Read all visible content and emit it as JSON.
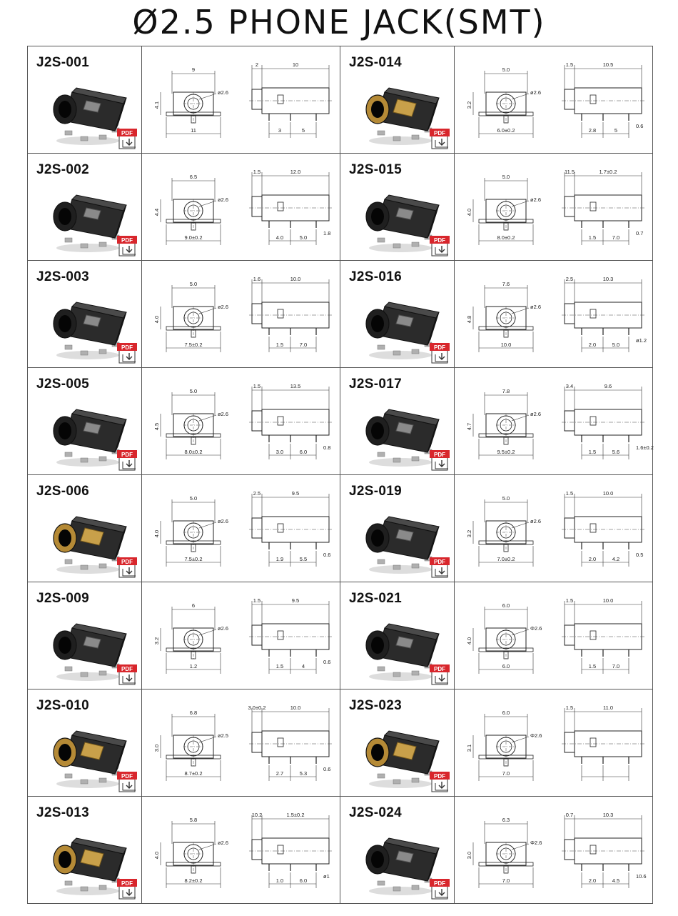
{
  "title": "Ø2.5 PHONE  JACK(SMT)",
  "pdf_badge": "PDF",
  "colors": {
    "border": "#555555",
    "pdf_red": "#d8262c",
    "ink": "#222222"
  },
  "items": [
    {
      "code": "J2S-001",
      "color": "black",
      "dims": {
        "w": "9",
        "h": "4.1",
        "bw": "11",
        "d": "ø2.6",
        "t1": "2",
        "t2": "10",
        "b1": "3",
        "b2": "5",
        "b3": ""
      }
    },
    {
      "code": "J2S-014",
      "color": "gold",
      "dims": {
        "w": "5.0",
        "h": "3.2",
        "bw": "6.0±0.2",
        "d": "ø2.6",
        "t1": "1.5",
        "t2": "10.5",
        "b1": "2.8",
        "b2": "5",
        "b3": "0.6"
      }
    },
    {
      "code": "J2S-002",
      "color": "black",
      "dims": {
        "w": "6.5",
        "h": "4.4",
        "bw": "9.0±0.2",
        "d": "ø2.6",
        "t1": "1.5",
        "t2": "12.0",
        "b1": "4.0",
        "b2": "5.0",
        "b3": "1.8"
      }
    },
    {
      "code": "J2S-015",
      "color": "black",
      "dims": {
        "w": "5.0",
        "h": "4.0",
        "bw": "8.0±0.2",
        "d": "ø2.6",
        "t1": "11.5",
        "t2": "1.7±0.2",
        "b1": "1.5",
        "b2": "7.0",
        "b3": "0.7"
      }
    },
    {
      "code": "J2S-003",
      "color": "black",
      "dims": {
        "w": "5.0",
        "h": "4.0",
        "bw": "7.5±0.2",
        "d": "ø2.6",
        "t1": "1.6",
        "t2": "10.0",
        "b1": "1.5",
        "b2": "7.0",
        "b3": ""
      }
    },
    {
      "code": "J2S-016",
      "color": "black",
      "dims": {
        "w": "7.6",
        "h": "4.8",
        "bw": "10.0",
        "d": "ø2.6",
        "t1": "2.5",
        "t2": "10.3",
        "b1": "2.0",
        "b2": "5.0",
        "b3": "ø1.2"
      }
    },
    {
      "code": "J2S-005",
      "color": "black",
      "dims": {
        "w": "5.0",
        "h": "4.5",
        "bw": "8.0±0.2",
        "d": "ø2.6",
        "t1": "1.5",
        "t2": "13.5",
        "b1": "3.0",
        "b2": "6.0",
        "b3": "0.8"
      }
    },
    {
      "code": "J2S-017",
      "color": "black",
      "dims": {
        "w": "7.8",
        "h": "4.7",
        "bw": "9.5±0.2",
        "d": "ø2.6",
        "t1": "3.4",
        "t2": "9.6",
        "b1": "1.5",
        "b2": "5.6",
        "b3": "1.6±0.2"
      }
    },
    {
      "code": "J2S-006",
      "color": "gold",
      "dims": {
        "w": "5.0",
        "h": "4.0",
        "bw": "7.5±0.2",
        "d": "ø2.6",
        "t1": "2.5",
        "t2": "9.5",
        "b1": "1.9",
        "b2": "5.5",
        "b3": "0.6"
      }
    },
    {
      "code": "J2S-019",
      "color": "black",
      "dims": {
        "w": "5.0",
        "h": "3.2",
        "bw": "7.0±0.2",
        "d": "ø2.6",
        "t1": "1.5",
        "t2": "10.0",
        "b1": "2.0",
        "b2": "4.2",
        "b3": "0.5"
      }
    },
    {
      "code": "J2S-009",
      "color": "black",
      "dims": {
        "w": "6",
        "h": "3.2",
        "bw": "1.2",
        "d": "ø2.6",
        "t1": "1.5",
        "t2": "9.5",
        "b1": "1.5",
        "b2": "4",
        "b3": "0.6"
      }
    },
    {
      "code": "J2S-021",
      "color": "black",
      "dims": {
        "w": "6.0",
        "h": "4.0",
        "bw": "6.0",
        "d": "Φ2.6",
        "t1": "1.5",
        "t2": "10.0",
        "b1": "1.5",
        "b2": "7.0",
        "b3": ""
      }
    },
    {
      "code": "J2S-010",
      "color": "gold",
      "dims": {
        "w": "6.8",
        "h": "3.0",
        "bw": "8.7±0.2",
        "d": "ø2.5",
        "t1": "3.0±0.2",
        "t2": "10.0",
        "b1": "2.7",
        "b2": "5.3",
        "b3": "0.6"
      }
    },
    {
      "code": "J2S-023",
      "color": "gold",
      "dims": {
        "w": "6.0",
        "h": "3.1",
        "bw": "7.0",
        "d": "Φ2.6",
        "t1": "1.5",
        "t2": "11.0",
        "b1": "",
        "b2": "",
        "b3": ""
      }
    },
    {
      "code": "J2S-013",
      "color": "gold",
      "dims": {
        "w": "5.8",
        "h": "4.0",
        "bw": "8.2±0.2",
        "d": "ø2.6",
        "t1": "10.2",
        "t2": "1.5±0.2",
        "b1": "1.0",
        "b2": "6.0",
        "b3": "ø1"
      }
    },
    {
      "code": "J2S-024",
      "color": "black",
      "dims": {
        "w": "6.3",
        "h": "3.0",
        "bw": "7.0",
        "d": "Φ2.6",
        "t1": "0.7",
        "t2": "10.3",
        "b1": "2.0",
        "b2": "4.5",
        "b3": "10.6"
      }
    }
  ]
}
